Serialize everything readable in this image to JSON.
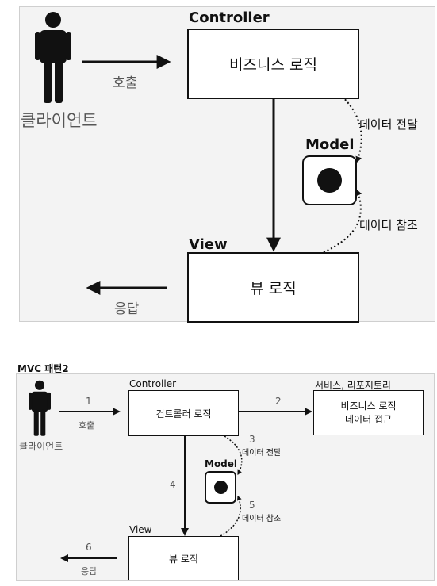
{
  "diagram1": {
    "controller_title": "Controller",
    "controller_box": "비즈니스 로직",
    "view_title": "View",
    "view_box": "뷰 로직",
    "model_title": "Model",
    "client_label": "클라이언트",
    "call_label": "호출",
    "response_label": "응답",
    "data_pass_label": "데이터 전달",
    "data_ref_label": "데이터 참조"
  },
  "diagram2": {
    "section_title": "MVC 패턴2",
    "controller_title": "Controller",
    "controller_box": "컨트롤러 로직",
    "service_title": "서비스, 리포지토리",
    "service_box_line1": "비즈니스 로직",
    "service_box_line2": "데이터 접근",
    "view_title": "View",
    "view_box": "뷰 로직",
    "model_title": "Model",
    "client_label": "클라이언트",
    "step1": "1",
    "call_label": "호출",
    "step2": "2",
    "step3": "3",
    "data_pass_label": "데이터 전달",
    "step4": "4",
    "step5": "5",
    "data_ref_label": "데이터 참조",
    "step6": "6",
    "response_label": "응답"
  },
  "colors": {
    "panel_bg": "#f3f3f3",
    "panel_border": "#cfcfcf",
    "stroke": "#111111",
    "muted_text": "#555555"
  },
  "icons": [
    "person-icon",
    "model-dot-icon"
  ]
}
